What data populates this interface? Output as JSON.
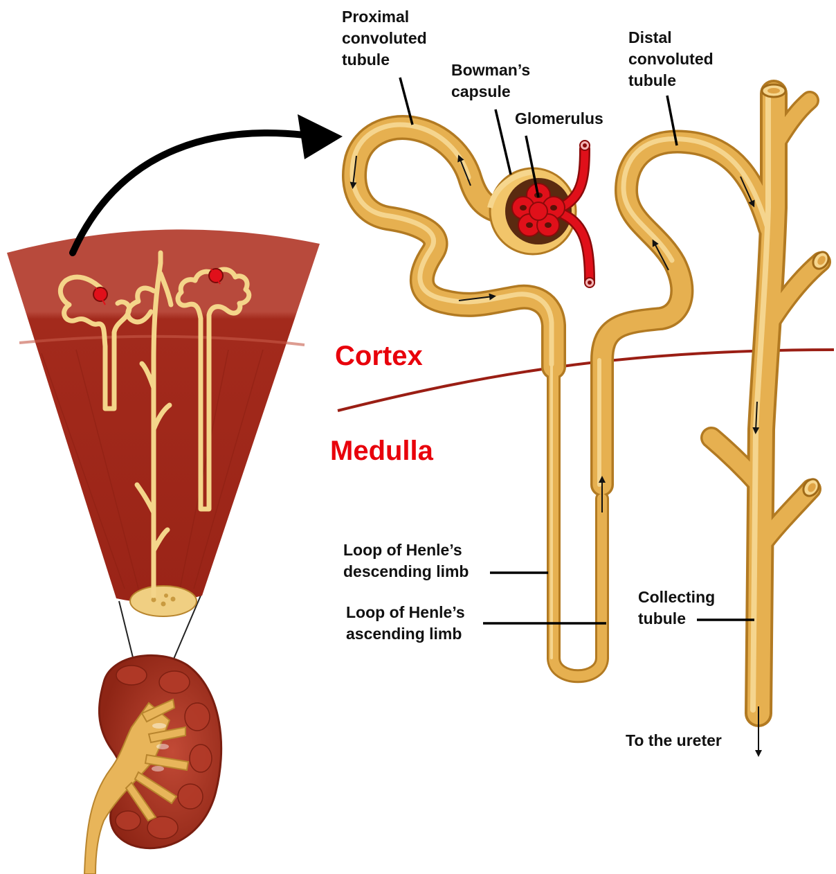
{
  "labels": {
    "proximal": [
      "Proximal",
      "convoluted",
      "tubule"
    ],
    "bowman": [
      "Bowman’s",
      "capsule"
    ],
    "glomerulus": "Glomerulus",
    "distal": [
      "Distal",
      "convoluted",
      "tubule"
    ],
    "descending": [
      "Loop of Henle’s",
      "descending limb"
    ],
    "ascending": [
      "Loop of Henle’s",
      "ascending limb"
    ],
    "collecting": [
      "Collecting",
      "tubule"
    ],
    "ureter": "To the ureter"
  },
  "regions": {
    "cortex": "Cortex",
    "medulla": "Medulla"
  },
  "colors": {
    "region_text": "#e8000b",
    "tubule": "#e6b050",
    "tubule_dark": "#b27a22",
    "tubule_light": "#f6d68e",
    "cortex_tissue": "#b84a3c",
    "medulla_tissue": "#a32a1c",
    "blood_vessel": "#e0101a",
    "boundary_line": "#9a1e14"
  },
  "icons": {
    "flow_arrow": "flow-arrow-icon",
    "zoom_arrow": "curved-zoom-arrow-icon"
  }
}
